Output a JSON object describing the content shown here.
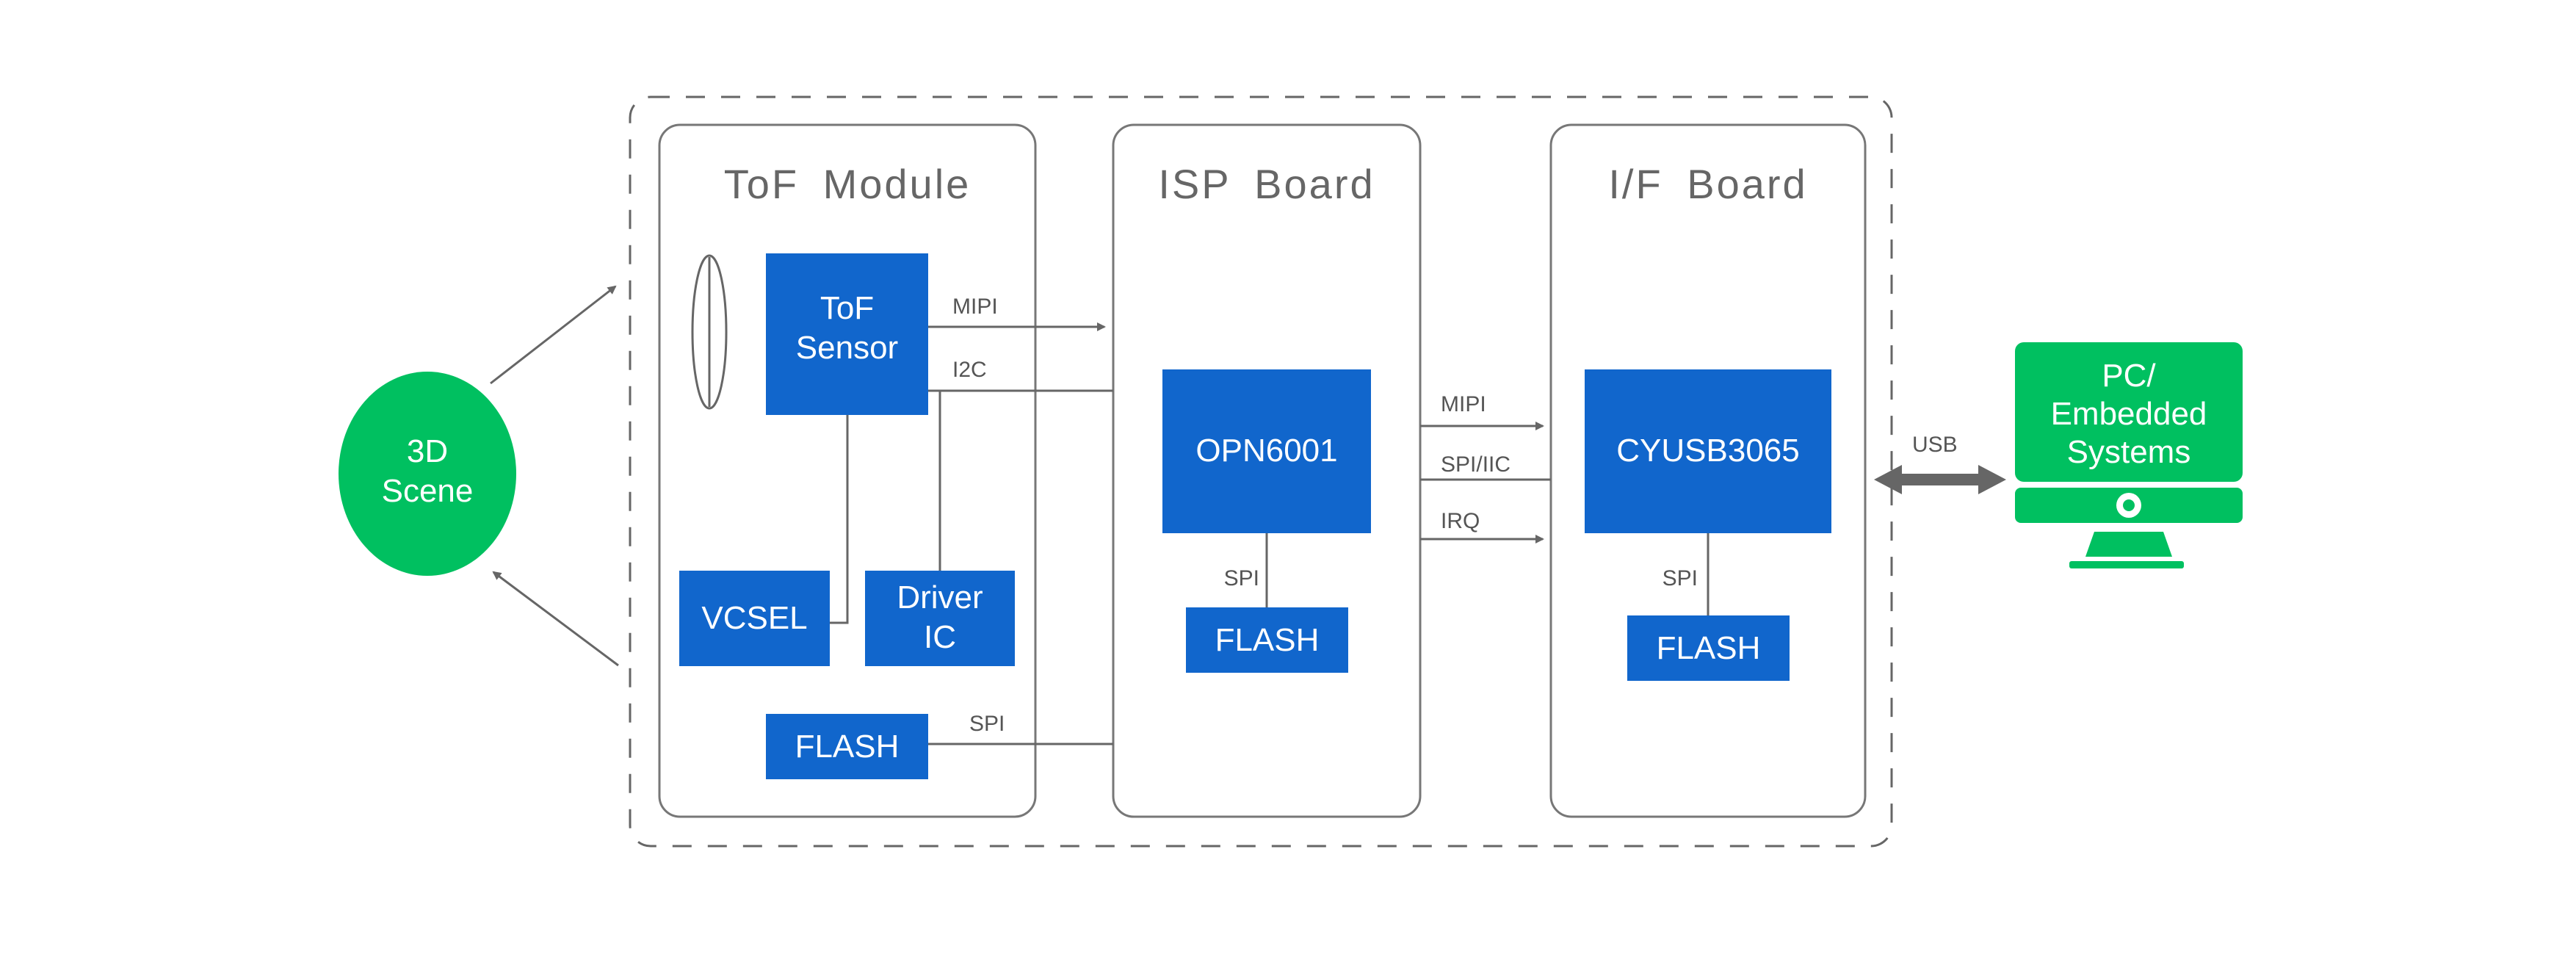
{
  "colors": {
    "blue": "#1166CC",
    "green": "#00C060",
    "line": "#666666",
    "panel_border": "#777777",
    "title": "#666666"
  },
  "scene": {
    "label_line1": "3D",
    "label_line2": "Scene"
  },
  "panels": {
    "tof_module": {
      "title": "ToF Module"
    },
    "isp_board": {
      "title": "ISP Board"
    },
    "if_board": {
      "title": "I/F Board"
    }
  },
  "tof": {
    "sensor_line1": "ToF",
    "sensor_line2": "Sensor",
    "vcsel": "VCSEL",
    "driver_line1": "Driver",
    "driver_line2": "IC",
    "flash": "FLASH"
  },
  "isp": {
    "chip": "OPN6001",
    "flash": "FLASH",
    "spi": "SPI"
  },
  "ifb": {
    "chip": "CYUSB3065",
    "flash": "FLASH",
    "spi": "SPI"
  },
  "signals": {
    "mipi_1": "MIPI",
    "i2c": "I2C",
    "spi_tof": "SPI",
    "mipi_2": "MIPI",
    "spi_iic": "SPI/IIC",
    "irq": "IRQ",
    "usb": "USB"
  },
  "pc": {
    "line1": "PC/",
    "line2": "Embedded",
    "line3": "Systems"
  },
  "icons": [
    "lens-icon",
    "monitor-icon"
  ]
}
